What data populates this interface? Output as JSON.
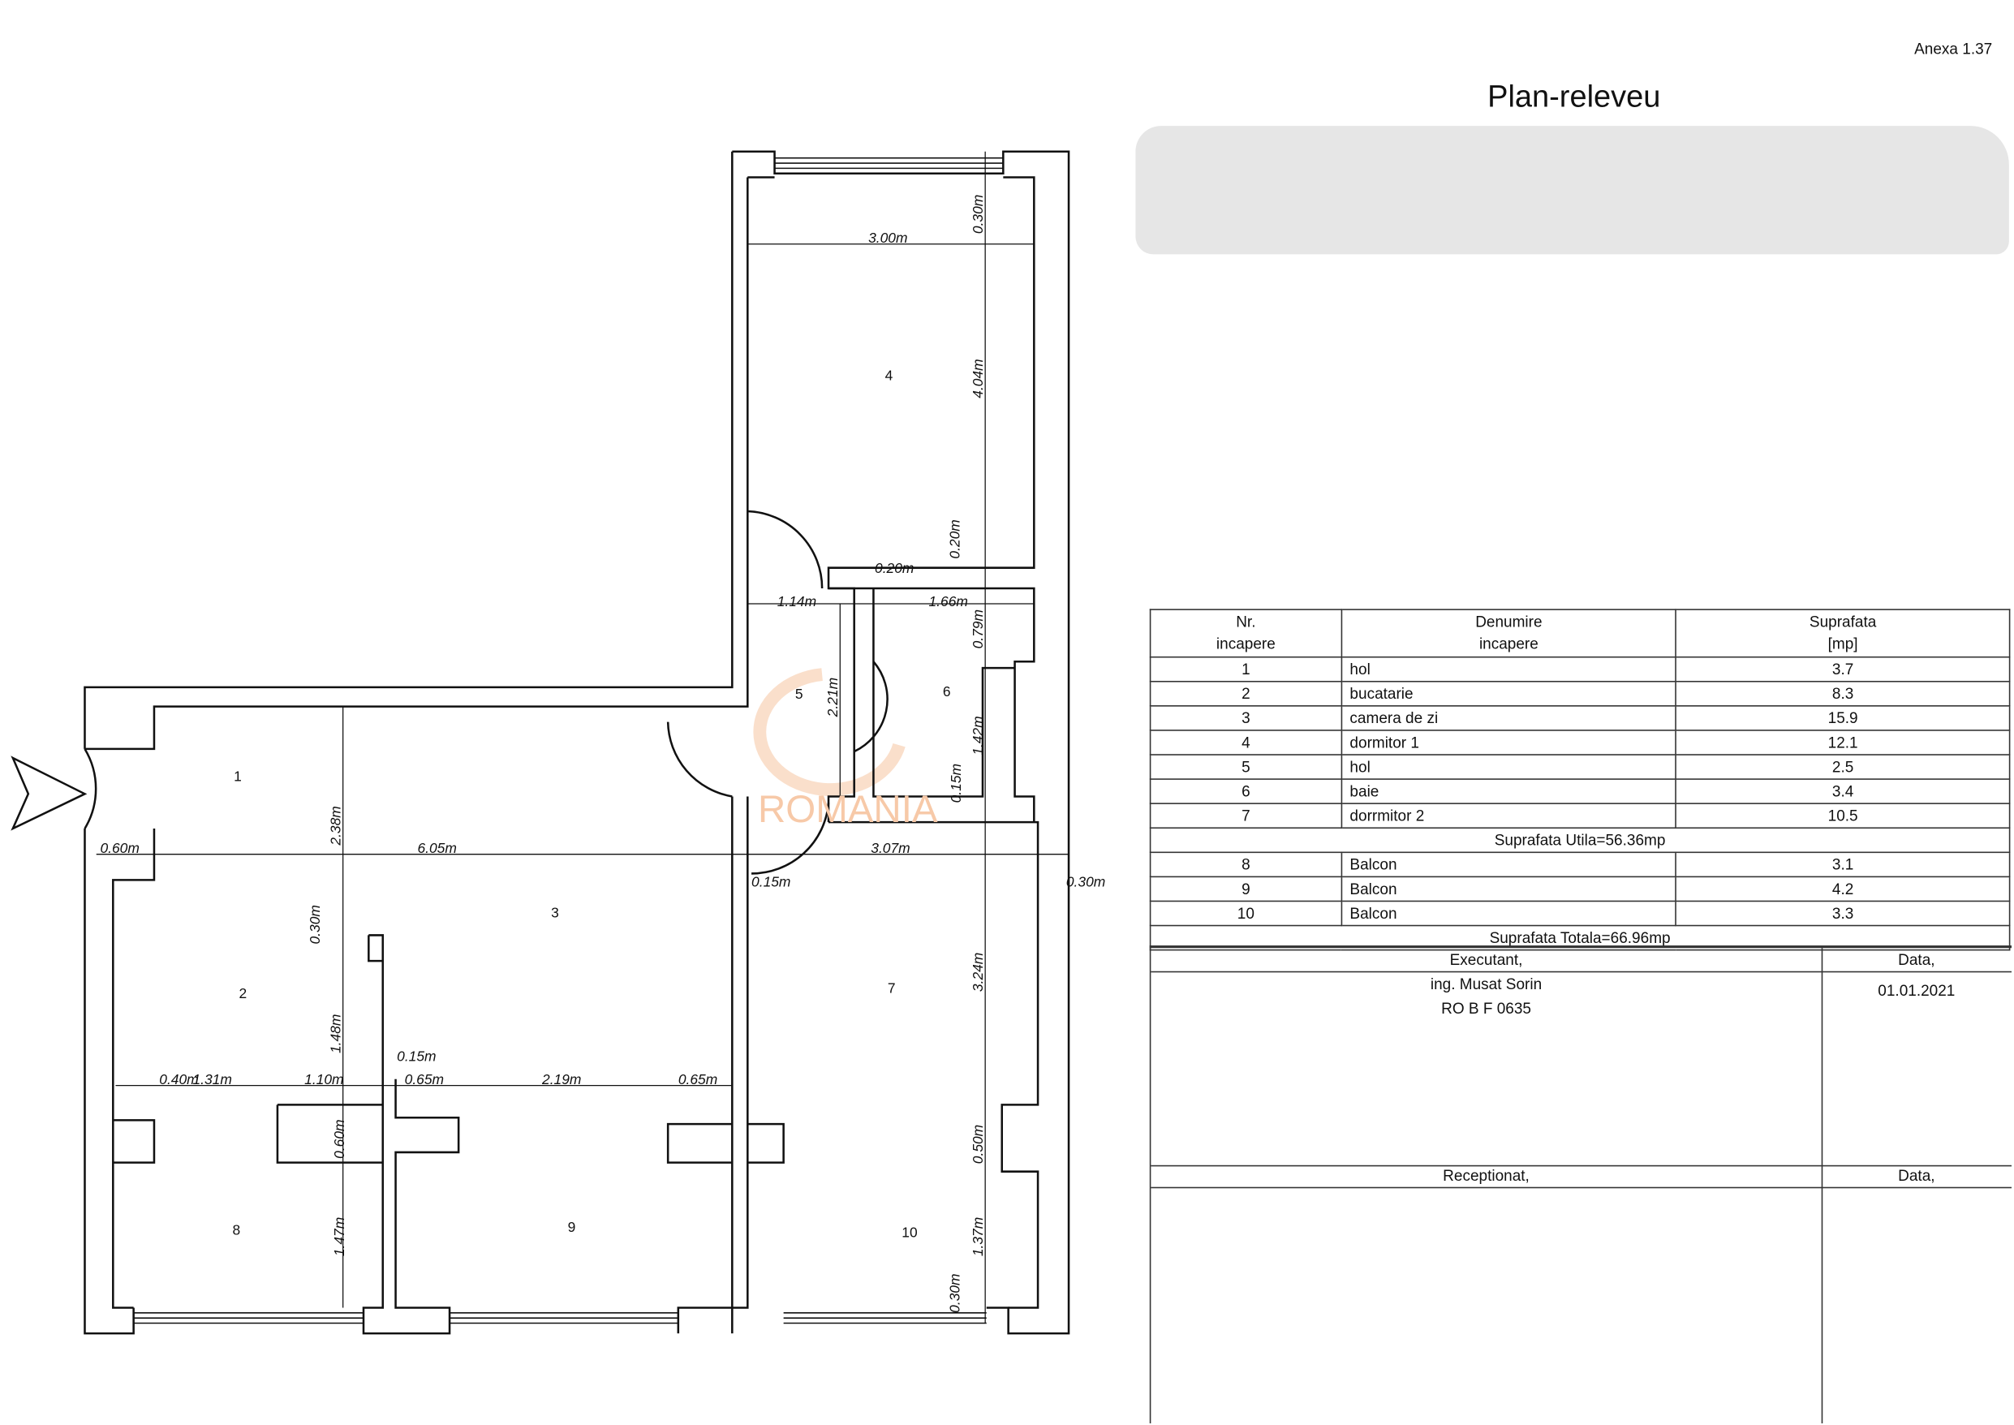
{
  "header": {
    "annex": "Anexa 1.37",
    "title": "Plan-releveu"
  },
  "watermark": "ROMANIA",
  "colors": {
    "line": "#111111",
    "watermark": "#f7c9a8",
    "redaction": "#e6e6e6"
  },
  "rooms": [
    "1",
    "2",
    "3",
    "4",
    "5",
    "6",
    "7",
    "8",
    "9",
    "10"
  ],
  "dims": [
    "3.00m",
    "0.30m",
    "4.04m",
    "0.20m",
    "0.20m",
    "1.14m",
    "1.66m",
    "0.79m",
    "2.21m",
    "1.42m",
    "0.15m",
    "2.38m",
    "6.05m",
    "0.60m",
    "3.07m",
    "0.15m",
    "0.30m",
    "0.30m",
    "1.48m",
    "0.15m",
    "0.40m",
    "1.31m",
    "1.10m",
    "0.65m",
    "2.19m",
    "0.65m",
    "3.24m",
    "0.60m",
    "1.47m",
    "0.50m",
    "1.37m",
    "0.30m"
  ],
  "table": {
    "headers": [
      "Nr.\nincapere",
      "Denumire\nincapere",
      "Suprafata\n[mp]"
    ],
    "h1": [
      "Nr.",
      "incapere"
    ],
    "h2": [
      "Denumire",
      "incapere"
    ],
    "h3": [
      "Suprafata",
      "[mp]"
    ],
    "rows": [
      [
        "1",
        "hol",
        "3.7"
      ],
      [
        "2",
        "bucatarie",
        "8.3"
      ],
      [
        "3",
        "camera de zi",
        "15.9"
      ],
      [
        "4",
        "dormitor 1",
        "12.1"
      ],
      [
        "5",
        "hol",
        "2.5"
      ],
      [
        "6",
        "baie",
        "3.4"
      ],
      [
        "7",
        "dorrmitor 2",
        "10.5"
      ]
    ],
    "util": "Suprafata Utila=56.36mp",
    "balc": [
      [
        "8",
        "Balcon",
        "3.1"
      ],
      [
        "9",
        "Balcon",
        "4.2"
      ],
      [
        "10",
        "Balcon",
        "3.3"
      ]
    ],
    "total": "Suprafata Totala=66.96mp"
  },
  "signature": {
    "executant_label": "Executant,",
    "data_label": "Data,",
    "name": "ing. Musat Sorin",
    "id": "RO B F 0635",
    "date": "01.01.2021",
    "receptionat_label": "Receptionat,",
    "data_label2": "Data,"
  }
}
